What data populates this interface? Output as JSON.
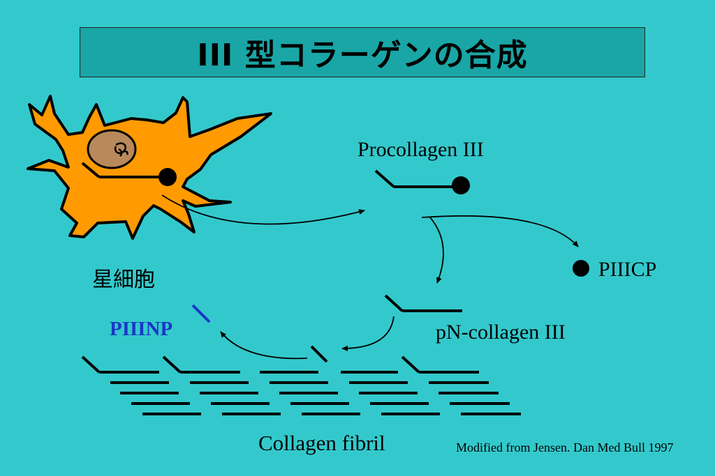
{
  "title": "III 型コラーゲンの合成",
  "labels": {
    "procollagen": "Procollagen III",
    "cell": "星細胞",
    "piiicp": "PIIICP",
    "piiinp": "PIIINP",
    "pn_collagen": "pN-collagen III",
    "fibril": "Collagen fibril",
    "credit": "Modified from Jensen. Dan Med Bull 1997"
  },
  "colors": {
    "background": "#33c9cc",
    "title_box": "#1aa6a6",
    "cell_body": "#ff9a00",
    "nucleus": "#b8895a",
    "piiinp": "#1a37c8"
  }
}
